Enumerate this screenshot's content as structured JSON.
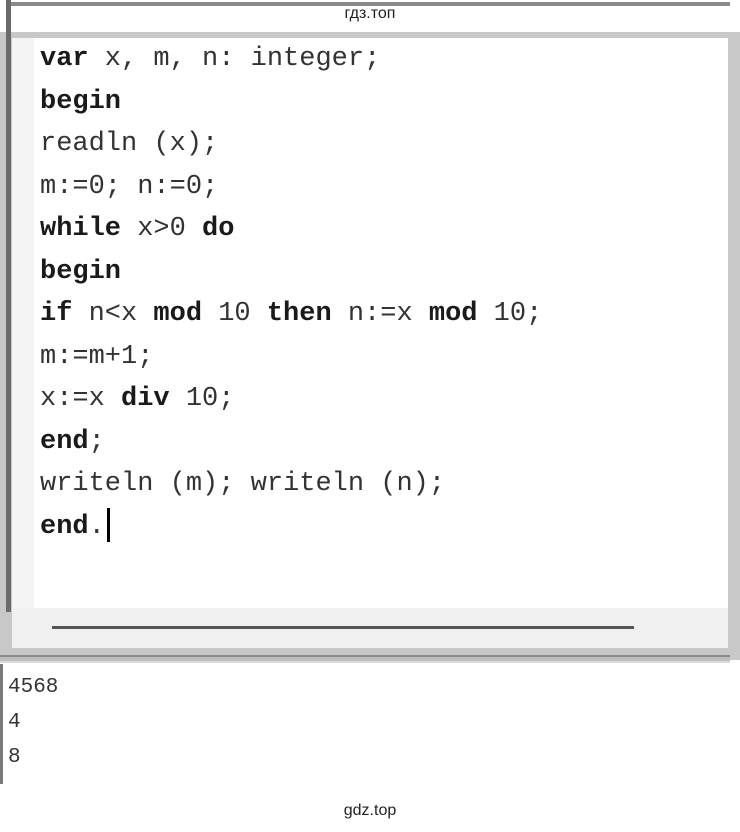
{
  "watermark_top": "гдз.топ",
  "watermark_bottom": "gdz.top",
  "code": [
    {
      "segments": [
        {
          "text": "var",
          "bold": true
        },
        {
          "text": " x, m, n: ",
          "bold": false
        },
        {
          "text": "integer",
          "bold": false
        },
        {
          "text": ";",
          "bold": false
        }
      ]
    },
    {
      "segments": [
        {
          "text": "begin",
          "bold": true
        }
      ]
    },
    {
      "segments": [
        {
          "text": "readln (x);",
          "bold": false
        }
      ]
    },
    {
      "segments": [
        {
          "text": "m:=0; n:=0;",
          "bold": false
        }
      ]
    },
    {
      "segments": [
        {
          "text": "while",
          "bold": true
        },
        {
          "text": " x>0 ",
          "bold": false
        },
        {
          "text": "do",
          "bold": true
        }
      ]
    },
    {
      "segments": [
        {
          "text": "begin",
          "bold": true
        }
      ]
    },
    {
      "segments": [
        {
          "text": "if",
          "bold": true
        },
        {
          "text": " n<x ",
          "bold": false
        },
        {
          "text": "mod",
          "bold": true
        },
        {
          "text": " 10 ",
          "bold": false
        },
        {
          "text": "then",
          "bold": true
        },
        {
          "text": " n:=x ",
          "bold": false
        },
        {
          "text": "mod",
          "bold": true
        },
        {
          "text": " 10;",
          "bold": false
        }
      ]
    },
    {
      "segments": [
        {
          "text": "m:=m+1;",
          "bold": false
        }
      ]
    },
    {
      "segments": [
        {
          "text": "x:=x ",
          "bold": false
        },
        {
          "text": "div",
          "bold": true
        },
        {
          "text": " 10;",
          "bold": false
        }
      ]
    },
    {
      "segments": [
        {
          "text": "end",
          "bold": true
        },
        {
          "text": ";",
          "bold": false
        }
      ]
    },
    {
      "segments": [
        {
          "text": "writeln (m); writeln (n);",
          "bold": false
        }
      ]
    },
    {
      "segments": [
        {
          "text": "end",
          "bold": true
        },
        {
          "text": ".",
          "bold": false
        }
      ],
      "cursor": true
    }
  ],
  "output": [
    "4568",
    "4",
    "8"
  ]
}
